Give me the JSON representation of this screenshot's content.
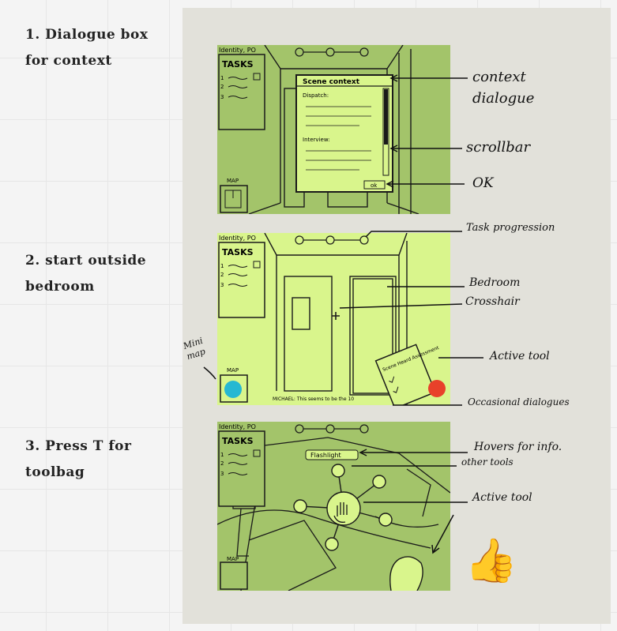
{
  "steps": [
    {
      "number": "1.",
      "title": "Dialogue box\nfor context"
    },
    {
      "number": "2.",
      "title": "start outside\nbedroom"
    },
    {
      "number": "3.",
      "title": "Press T for\ntoolbag"
    }
  ],
  "hud": {
    "identity": "Identity, PO",
    "tasks_title": "TASKS",
    "task_numbers": [
      "1",
      "2",
      "3"
    ],
    "map_label": "MAP"
  },
  "panel1": {
    "dialog_title": "Scene context",
    "section_dispatch": "Dispatch:",
    "section_interview": "Interview:",
    "ok_button": "ok"
  },
  "panel2": {
    "subtitle": "MICHAEL: This seems to be the 10",
    "clipboard_text": "Scene Heard Assessment"
  },
  "panel3": {
    "tooltip": "Flashlight"
  },
  "annotations": {
    "context_dialogue": "context\ndialogue",
    "scrollbar": "scrollbar",
    "ok": "OK",
    "task_progression": "Task progression",
    "bedroom": "Bedroom",
    "crosshair": "Crosshair",
    "active_tool_1": "Active tool",
    "occasional_dialogues": "Occasional dialogues",
    "mini_map": "Mini\nmap",
    "hovers_for_info": "Hovers for info.",
    "other_tools": "other tools",
    "active_tool_2": "Active tool"
  },
  "colors": {
    "panel_dark_green": "#a3c46a",
    "panel_light_green": "#d9f58c",
    "marker_cyan": "#26b8d2",
    "marker_red": "#e8412a",
    "board": "#e2e1da"
  },
  "icons": {
    "thumbs_up": "👍"
  }
}
